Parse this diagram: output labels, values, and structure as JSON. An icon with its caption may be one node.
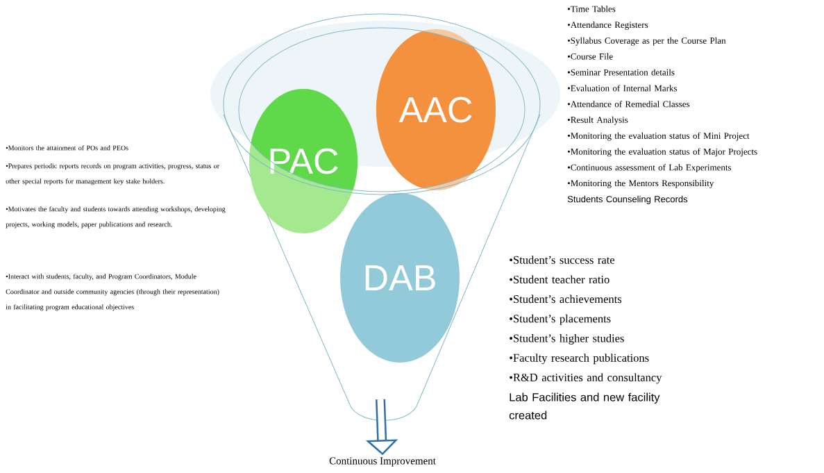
{
  "diagram": {
    "nodes": [
      {
        "text": [
          "PAC"
        ]
      },
      {
        "text": [
          "AAC"
        ]
      },
      {
        "text": [
          "DAB"
        ]
      },
      {
        "text": [
          "Continuous Improvement"
        ]
      }
    ],
    "edges": [
      {
        "from": null,
        "to": 3,
        "arrow": "to"
      }
    ],
    "labels": [
      "•Time Tables",
      "•Attendance Registers",
      "•Syllabus Coverage as per the Course Plan",
      "•Course File",
      "•Seminar Presentation details",
      "•Evaluation of Internal Marks",
      "•Attendance of Remedial Classes",
      "•Result Analysis",
      "•Monitoring the evaluation status of Mini Project",
      "•Monitoring the evaluation status of Major Projects",
      "•Continuous assessment of Lab Experiments",
      "•Monitoring the Mentors Responsibility",
      "Students Counseling Records",
      "•Monitors the attainment of POs and PEOs",
      "•Prepares periodic reports records on program activities, progress, status or other special reports for management key stake holders.",
      "•Motivates the faculty and students towards attending workshops, developing projects, working models, paper publications and research.",
      "•Interact with students, faculty, and Program Coordinators, Module Coordinator and outside community agencies (through their representation) in facilitating program educational objectives",
      "•Student’s success rate",
      "•Student teacher ratio",
      "•Student’s achievements",
      "•Student’s placements",
      "•Student’s higher studies",
      "•Faculty research publications",
      "•R&D activities and consultancy",
      "Lab Facilities and new facility created"
    ]
  }
}
